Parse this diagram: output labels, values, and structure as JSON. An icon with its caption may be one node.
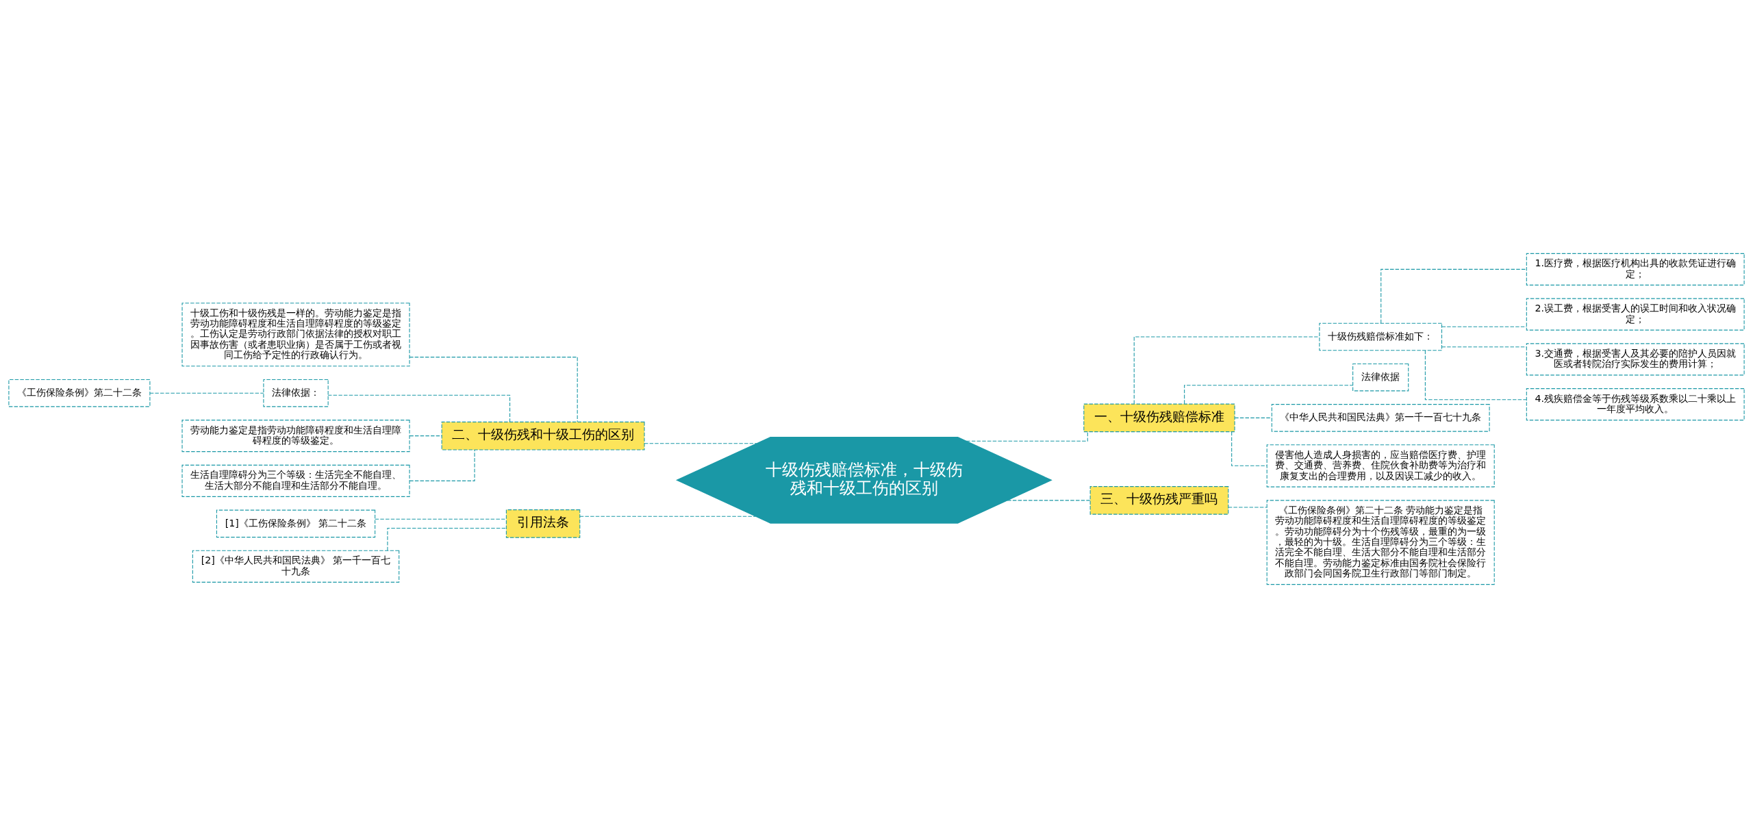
{
  "diagram": {
    "nodes": [
      {
        "text": [
          "十级伤残赔偿标准，十级伤残和十级工伤的区别"
        ]
      },
      {
        "text": [
          "一、十级伤残赔偿标准"
        ]
      },
      {
        "text": [
          "十级伤残赔偿标准如下："
        ]
      },
      {
        "text": [
          "1.医疗费，根据医疗机构出具的收款凭证进行确定；"
        ]
      },
      {
        "text": [
          "2.误工费，根据受害人的误工时间和收入状况确定；"
        ]
      },
      {
        "text": [
          "3.交通费，根据受害人及其必要的陪护人员因就医或者转院治疗实际发生的费用计算；"
        ]
      },
      {
        "text": [
          "4.残疾赔偿金等于伤残等级系数乘以二十乘以上一年度平均收入。"
        ]
      },
      {
        "text": [
          "法律依据"
        ]
      },
      {
        "text": [
          "《中华人民共和国民法典》第一千一百七十九条"
        ]
      },
      {
        "text": [
          "侵害他人造成人身损害的，应当赔偿医疗费、护理费、交通费、营养费、住院伙食补助费等为治疗和康复支出的合理费用，以及因误工减少的收入。"
        ]
      },
      {
        "text": [
          "三、十级伤残严重吗"
        ]
      },
      {
        "text": [
          "《工伤保险条例》第二十二条 劳动能力鉴定是指劳动功能障碍程度和生活自理障碍程度的等级鉴定。劳动功能障碍分为十个伤残等级，最重的为一级，最轻的为十级。生活自理障碍分为三个等级：生活完全不能自理、生活大部分不能自理和生活部分不能自理。劳动能力鉴定标准由国务院社会保险行政部门会同国务院卫生行政部门等部门制定。"
        ]
      },
      {
        "text": [
          "二、十级伤残和十级工伤的区别"
        ]
      },
      {
        "text": [
          "十级工伤和十级伤残是一样的。劳动能力鉴定是指劳动功能障碍程度和生活自理障碍程度的等级鉴定。工伤认定是劳动行政部门依据法律的授权对职工因事故伤害（或者患职业病）是否属于工伤或者视同工伤给予定性的行政确认行为。"
        ]
      },
      {
        "text": [
          "法律依据："
        ]
      },
      {
        "text": [
          "《工伤保险条例》第二十二条"
        ]
      },
      {
        "text": [
          "劳动能力鉴定是指劳动功能障碍程度和生活自理障碍程度的等级鉴定。"
        ]
      },
      {
        "text": [
          "生活自理障碍分为三个等级：生活完全不能自理、生活大部分不能自理和生活部分不能自理。"
        ]
      },
      {
        "text": [
          "引用法条"
        ]
      },
      {
        "text": [
          "[1]《工伤保险条例》 第二十二条"
        ]
      },
      {
        "text": [
          "[2]《中华人民共和国民法典》 第一千一百七十九条"
        ]
      }
    ],
    "edges": [
      {
        "from": 0,
        "to": 1,
        "arrow": "none",
        "style": "dashed"
      },
      {
        "from": 1,
        "to": 2,
        "arrow": "none",
        "style": "dashed"
      },
      {
        "from": 2,
        "to": 3,
        "arrow": "none",
        "style": "dashed"
      },
      {
        "from": 2,
        "to": 4,
        "arrow": "none",
        "style": "dashed"
      },
      {
        "from": 2,
        "to": 5,
        "arrow": "none",
        "style": "dashed"
      },
      {
        "from": 2,
        "to": 6,
        "arrow": "none",
        "style": "dashed"
      },
      {
        "from": 1,
        "to": 7,
        "arrow": "none",
        "style": "dashed"
      },
      {
        "from": 1,
        "to": 8,
        "arrow": "none",
        "style": "dashed"
      },
      {
        "from": 1,
        "to": 9,
        "arrow": "none",
        "style": "dashed"
      },
      {
        "from": 0,
        "to": 10,
        "arrow": "none",
        "style": "dashed"
      },
      {
        "from": 10,
        "to": 11,
        "arrow": "none",
        "style": "dashed"
      },
      {
        "from": 0,
        "to": 12,
        "arrow": "none",
        "style": "dashed"
      },
      {
        "from": 12,
        "to": 13,
        "arrow": "none",
        "style": "dashed"
      },
      {
        "from": 12,
        "to": 14,
        "arrow": "none",
        "style": "dashed"
      },
      {
        "from": 14,
        "to": 15,
        "arrow": "none",
        "style": "dashed"
      },
      {
        "from": 12,
        "to": 16,
        "arrow": "none",
        "style": "dashed"
      },
      {
        "from": 12,
        "to": 17,
        "arrow": "none",
        "style": "dashed"
      },
      {
        "from": 0,
        "to": 18,
        "arrow": "none",
        "style": "dashed"
      },
      {
        "from": 18,
        "to": 19,
        "arrow": "none",
        "style": "dashed"
      },
      {
        "from": 18,
        "to": 20,
        "arrow": "none",
        "style": "dashed"
      }
    ]
  }
}
